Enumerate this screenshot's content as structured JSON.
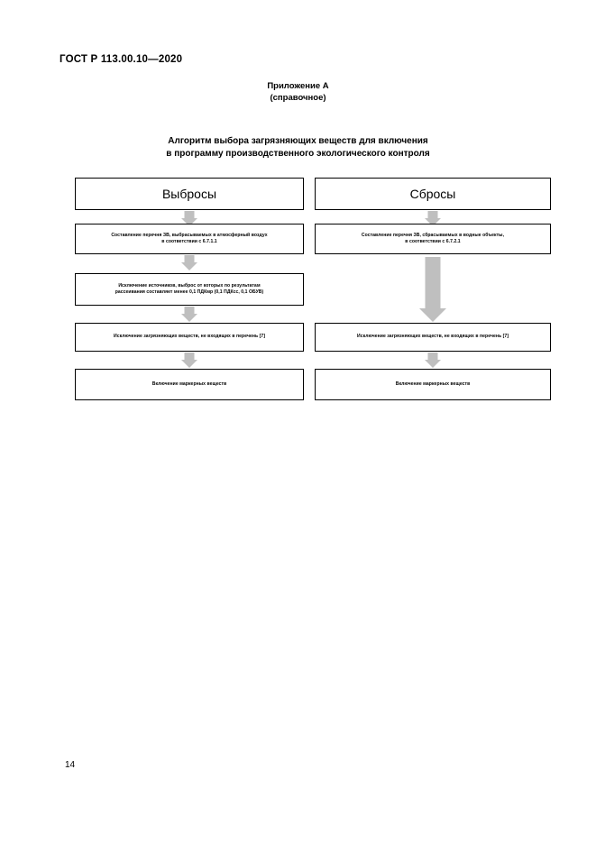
{
  "document": {
    "standard_header": "ГОСТ Р 113.00.10—2020",
    "page_number": "14"
  },
  "annex": {
    "title": "Приложение А",
    "subtitle": "(справочное)"
  },
  "figure": {
    "title_line1": "Алгоритм выбора загрязняющих веществ для включения",
    "title_line2": "в программу производственного экологического контроля"
  },
  "flowchart": {
    "columns": [
      {
        "header": "Выбросы",
        "nodes": [
          {
            "line1": "Составление перечня ЗВ, выбрасываемых в атмосферный воздух",
            "line2": "в соответствии с 6.7.1.1"
          },
          {
            "line1": "Исключение источников, выброс от которых по результатам",
            "line2": "рассеивания составляет менее 0,1 ПДКмр (0,1 ПДКсс, 0,1 ОБУВ)"
          },
          {
            "line1": "Исключение загрязняющих веществ, не входящих в перечень [7]",
            "line2": ""
          },
          {
            "line1": "Включение маркерных веществ",
            "line2": ""
          }
        ]
      },
      {
        "header": "Сбросы",
        "nodes": [
          {
            "line1": "Составление перечня ЗВ, сбрасываемых в водные объекты,",
            "line2": "в соответствии с 6.7.2.1"
          },
          {
            "line1": "Исключение загрязняющих веществ, не входящих в перечень [7]",
            "line2": ""
          },
          {
            "line1": "Включение маркерных веществ",
            "line2": ""
          }
        ]
      }
    ],
    "arrow_color": "#bfbfbf"
  }
}
